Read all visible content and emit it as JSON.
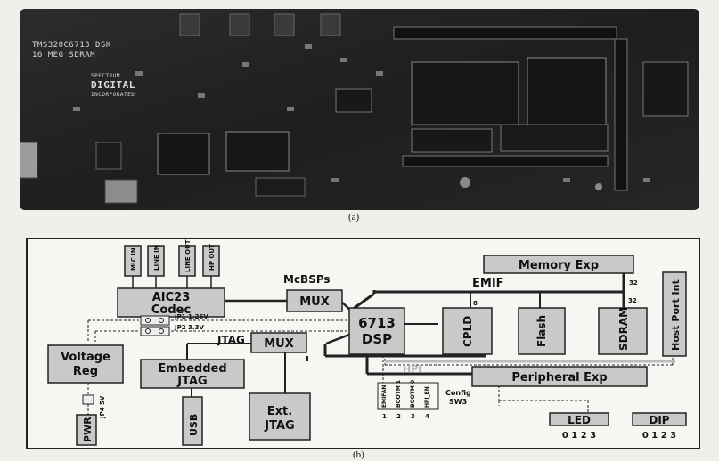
{
  "photo": {
    "silkscreen_line1": "TMS320C6713 DSK",
    "silkscreen_line2": "16 MEG SDRAM",
    "logo_line1": "SPECTRUM",
    "logo_line2": "DIGITAL",
    "logo_line3": "INCORPORATED",
    "caption": "(a)"
  },
  "diagram": {
    "caption": "(b)",
    "jacks": [
      "MIC IN",
      "LINE IN",
      "LINE OUT",
      "HP OUT"
    ],
    "codec_line1": "AIC23",
    "codec_line2": "Codec",
    "mcbsps_label": "McBSPs",
    "mux_top": "MUX",
    "mux_jtag": "MUX",
    "jtag_label": "JTAG",
    "jp1_label": "JP1 1.26V",
    "jp2_label": "JP2 3.3V",
    "vreg_line1": "Voltage",
    "vreg_line2": "Reg",
    "jp4_label": "JP4 5V",
    "ejtag_line1": "Embedded",
    "ejtag_line2": "JTAG",
    "pwr": "PWR",
    "usb": "USB",
    "extjtag_line1": "Ext.",
    "extjtag_line2": "JTAG",
    "dsp_line1": "6713",
    "dsp_line2": "DSP",
    "emif": "EMIF",
    "memory_exp": "Memory Exp",
    "bus_width_1": "32",
    "bus_width_2": "32",
    "cpld_width": "8",
    "cpld": "CPLD",
    "flash": "Flash",
    "sdram": "SDRAM",
    "host_port": "Host Port Int",
    "hpi": "HPI",
    "peripheral_exp": "Peripheral Exp",
    "switch_labels": [
      "EMIFAN",
      "BOOTM 1",
      "BOOTM 0",
      "HPI_EN"
    ],
    "switch_numbers": [
      "1",
      "2",
      "3",
      "4"
    ],
    "config_line1": "Config",
    "config_line2": "SW3",
    "led": "LED",
    "led_digits": "0 1 2 3",
    "dip": "DIP",
    "dip_digits": "0 1 2 3"
  }
}
